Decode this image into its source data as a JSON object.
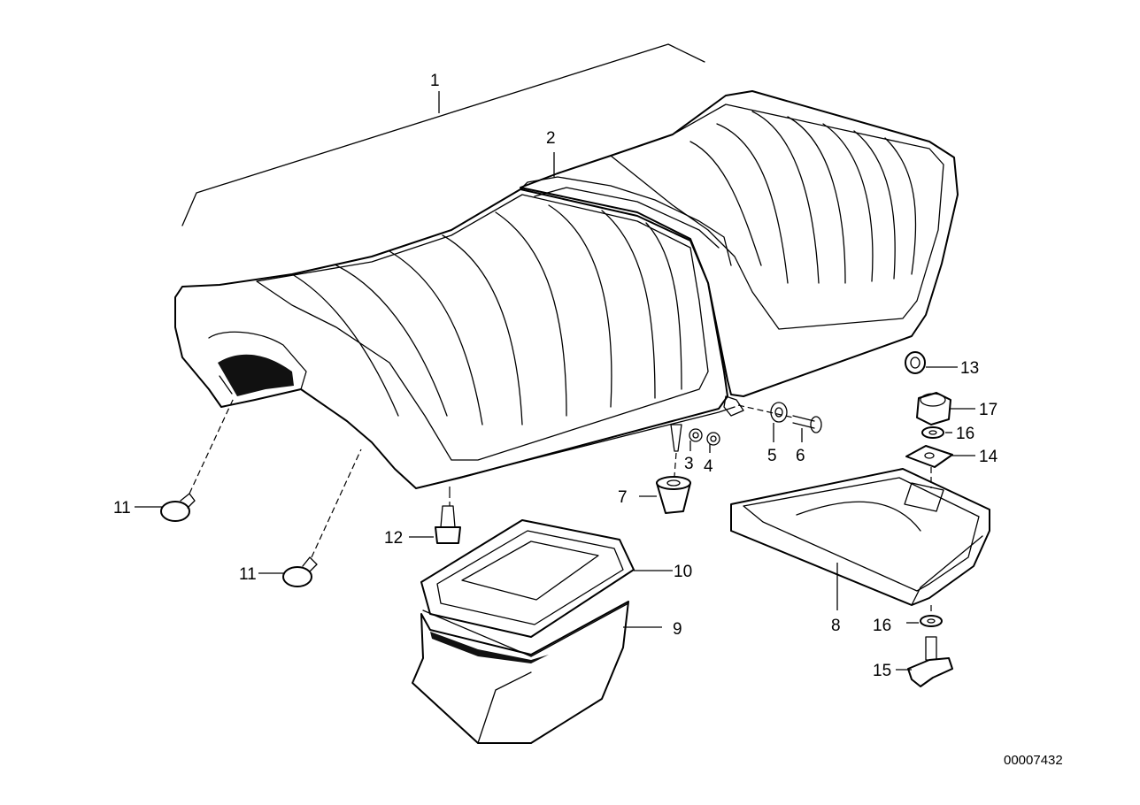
{
  "diagram": {
    "labels": [
      "1",
      "2",
      "3",
      "4",
      "5",
      "6",
      "7",
      "8",
      "9",
      "10",
      "11",
      "11",
      "12",
      "13",
      "14",
      "15",
      "16",
      "16",
      "17"
    ],
    "drawing_code": "00007432"
  }
}
